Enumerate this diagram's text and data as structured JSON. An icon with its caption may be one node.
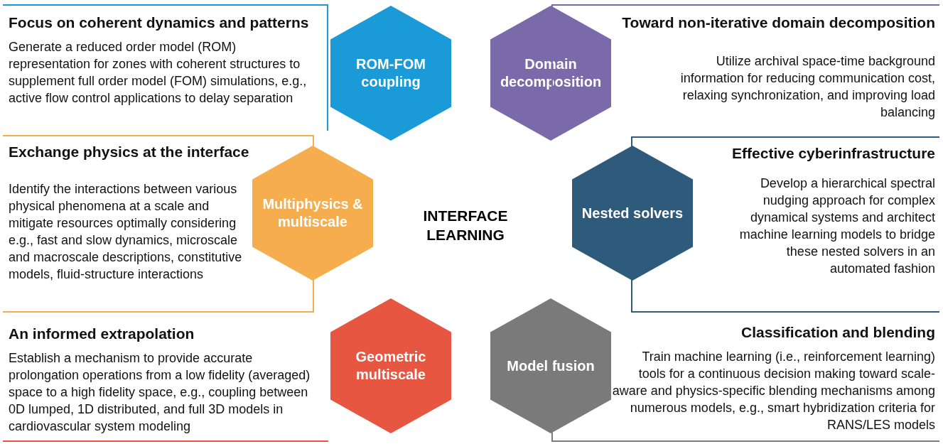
{
  "diagram": {
    "nodes": [
      {
        "text": [
          "Focus on coherent dynamics and patterns",
          "Generate a reduced order model (ROM) representation for zones with coherent structures to supplement full order model (FOM) simulations, e.g., active flow control applications to delay separation"
        ]
      },
      {
        "text": [
          "ROM-FOM coupling"
        ]
      },
      {
        "text": [
          "Domain decomposition"
        ]
      },
      {
        "text": [
          "Toward non-iterative domain decomposition",
          "Utilize archival space-time background information for reducing communication cost, relaxing synchronization, and improving load balancing"
        ]
      },
      {
        "text": [
          "Exchange physics at the interface",
          "Identify the interactions between various physical phenomena at a scale and mitigate resources optimally considering e.g., fast and slow dynamics, microscale and macroscale descriptions, constitutive models, fluid-structure interactions"
        ]
      },
      {
        "text": [
          "Multiphysics & multiscale"
        ]
      },
      {
        "text": [
          "Nested solvers"
        ]
      },
      {
        "text": [
          "Effective cyberinfrastructure",
          "Develop a hierarchical spectral nudging approach for complex dynamical systems and architect machine learning models to bridge these nested solvers in an automated fashion"
        ]
      },
      {
        "text": [
          "An informed extrapolation",
          "Establish a mechanism to provide accurate prolongation operations from a low fidelity (averaged) space to a high fidelity space, e.g., coupling between 0D lumped, 1D distributed, and full 3D models in cardiovascular system modeling"
        ]
      },
      {
        "text": [
          "Geometric multiscale"
        ]
      },
      {
        "text": [
          "Model fusion"
        ]
      },
      {
        "text": [
          "Classification and blending",
          "Train machine learning (i.e., reinforcement learning) tools for a continuous decision making toward scale-aware and physics-specific blending mechanisms among numerous models, e.g., smart hybridization criteria for RANS/LES models"
        ]
      }
    ],
    "edges": [],
    "labels": [
      "INTERFACE LEARNING"
    ]
  }
}
